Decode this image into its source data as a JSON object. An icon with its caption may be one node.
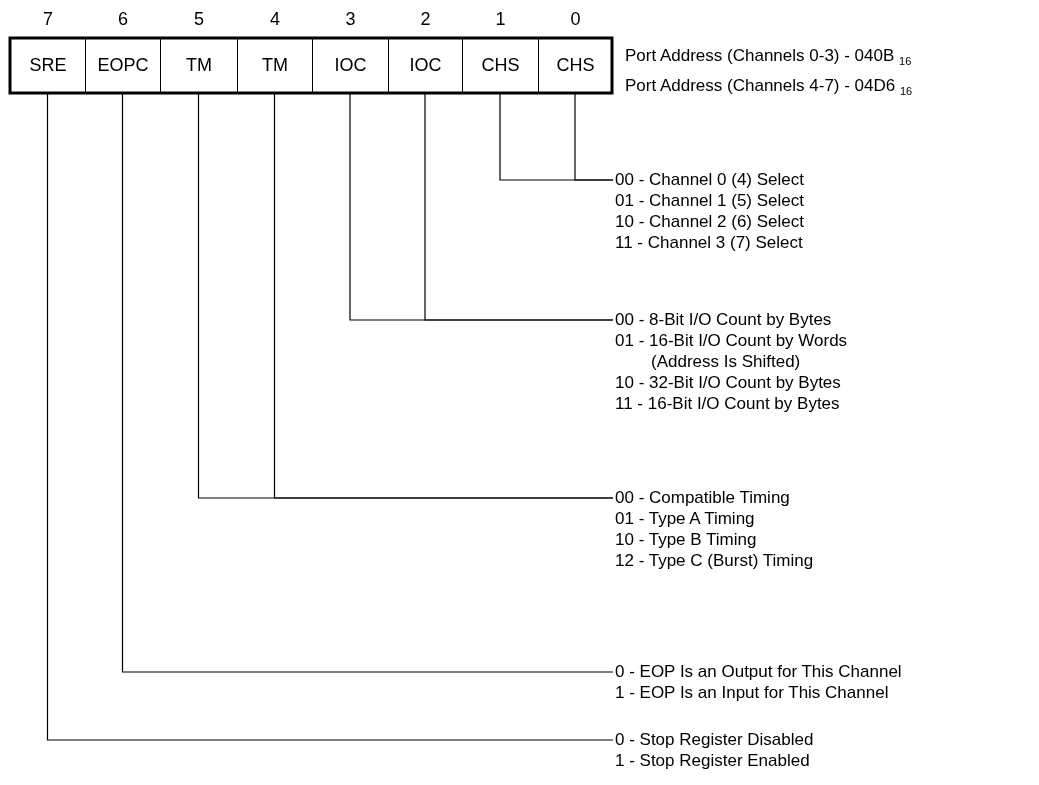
{
  "diagram": {
    "nodes": [
      {
        "text": [
          "SRE"
        ],
        "beside": [
          "7"
        ]
      },
      {
        "text": [
          "EOPC"
        ],
        "beside": [
          "6"
        ]
      },
      {
        "text": [
          "TM"
        ],
        "beside": [
          "5"
        ]
      },
      {
        "text": [
          "TM"
        ],
        "beside": [
          "4"
        ]
      },
      {
        "text": [
          "IOC"
        ],
        "beside": [
          "3"
        ]
      },
      {
        "text": [
          "IOC"
        ],
        "beside": [
          "2"
        ]
      },
      {
        "text": [
          "CHS"
        ],
        "beside": [
          "1"
        ]
      },
      {
        "text": [
          "CHS"
        ],
        "beside": [
          "0"
        ]
      },
      {
        "text": [
          "00 - Channel 0 (4) Select",
          "01 - Channel 1 (5) Select",
          "10 - Channel 2 (6) Select",
          "11 - Channel 3 (7) Select"
        ]
      },
      {
        "text": [
          "00 - 8-Bit I/O Count by Bytes",
          "01 - 16-Bit I/O Count by Words (Address Is Shifted)",
          "10 - 32-Bit I/O Count by Bytes",
          "11 - 16-Bit I/O Count by Bytes"
        ]
      },
      {
        "text": [
          "00 - Compatible Timing",
          "01 - Type A Timing",
          "10 - Type B Timing",
          "12 - Type C (Burst) Timing"
        ]
      },
      {
        "text": [
          "0 - EOP Is an Output for This Channel",
          "1 - EOP Is an Input for This Channel"
        ]
      },
      {
        "text": [
          "0 - Stop Register Disabled",
          "1 - Stop Register Enabled"
        ]
      }
    ],
    "edges": [
      {
        "from": 7,
        "to": 8,
        "arrow": "none"
      },
      {
        "from": 6,
        "to": 8,
        "arrow": "none"
      },
      {
        "from": 5,
        "to": 9,
        "arrow": "none"
      },
      {
        "from": 4,
        "to": 9,
        "arrow": "none"
      },
      {
        "from": 3,
        "to": 10,
        "arrow": "none"
      },
      {
        "from": 2,
        "to": 10,
        "arrow": "none"
      },
      {
        "from": 1,
        "to": 11,
        "arrow": "none"
      },
      {
        "from": 0,
        "to": 12,
        "arrow": "none"
      }
    ],
    "labels": [
      "Port Address (Channels 0-3) - 040B $_{16}$",
      "Port Address (Channels 4-7) - 04D6 $_{16}$"
    ]
  }
}
